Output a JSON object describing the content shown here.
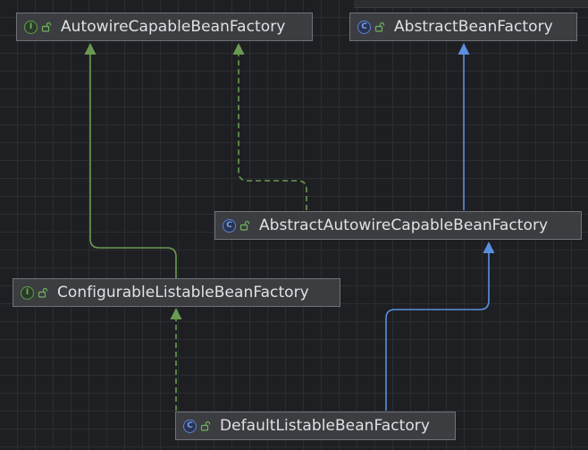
{
  "diagram": {
    "nodes": [
      {
        "id": "autowire-capable-bean-factory",
        "kind": "interface",
        "label": "AutowireCapableBeanFactory"
      },
      {
        "id": "abstract-bean-factory",
        "kind": "class",
        "label": "AbstractBeanFactory"
      },
      {
        "id": "abstract-autowire-capable-bean-factory",
        "kind": "class",
        "label": "AbstractAutowireCapableBeanFactory"
      },
      {
        "id": "configurable-listable-bean-factory",
        "kind": "interface",
        "label": "ConfigurableListableBeanFactory"
      },
      {
        "id": "default-listable-bean-factory",
        "kind": "class",
        "label": "DefaultListableBeanFactory"
      }
    ],
    "edges": [
      {
        "from": "configurable-listable-bean-factory",
        "to": "autowire-capable-bean-factory",
        "relation": "extends"
      },
      {
        "from": "abstract-autowire-capable-bean-factory",
        "to": "autowire-capable-bean-factory",
        "relation": "implements"
      },
      {
        "from": "abstract-autowire-capable-bean-factory",
        "to": "abstract-bean-factory",
        "relation": "extends"
      },
      {
        "from": "default-listable-bean-factory",
        "to": "configurable-listable-bean-factory",
        "relation": "implements"
      },
      {
        "from": "default-listable-bean-factory",
        "to": "abstract-autowire-capable-bean-factory",
        "relation": "extends"
      }
    ],
    "badges": {
      "interface": {
        "letter": "I",
        "icon": "interface-icon"
      },
      "class": {
        "letter": "C",
        "icon": "class-icon"
      }
    },
    "colors": {
      "interface_edge": "#6a9a52",
      "class_edge": "#5a8fe0",
      "node_fill": "#3b3d41",
      "node_border": "#6f7278",
      "text": "#dfe1e5",
      "background": "#1e1f22"
    }
  }
}
